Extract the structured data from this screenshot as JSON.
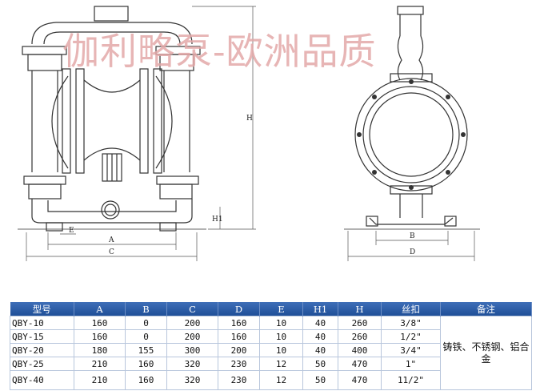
{
  "watermark": "伽利略泵-欧洲品质",
  "drawing_labels": {
    "front": {
      "E": "E",
      "A": "A",
      "C": "C",
      "H": "H",
      "H1": "H1"
    },
    "side": {
      "B": "B",
      "D": "D"
    }
  },
  "table": {
    "headers": [
      "型号",
      "A",
      "B",
      "C",
      "D",
      "E",
      "H1",
      "H",
      "丝扣",
      "备注"
    ],
    "rows": [
      [
        "QBY-10",
        "160",
        "0",
        "200",
        "160",
        "10",
        "40",
        "260",
        "3/8\""
      ],
      [
        "QBY-15",
        "160",
        "0",
        "200",
        "160",
        "10",
        "40",
        "260",
        "1/2\""
      ],
      [
        "QBY-20",
        "180",
        "155",
        "300",
        "200",
        "10",
        "40",
        "400",
        "3/4\""
      ],
      [
        "QBY-25",
        "210",
        "160",
        "320",
        "230",
        "12",
        "50",
        "470",
        "1\""
      ],
      [
        "QBY-40",
        "210",
        "160",
        "320",
        "230",
        "12",
        "50",
        "470",
        "11/2\""
      ]
    ],
    "note": "铸铁、不锈钢、铝合金"
  }
}
